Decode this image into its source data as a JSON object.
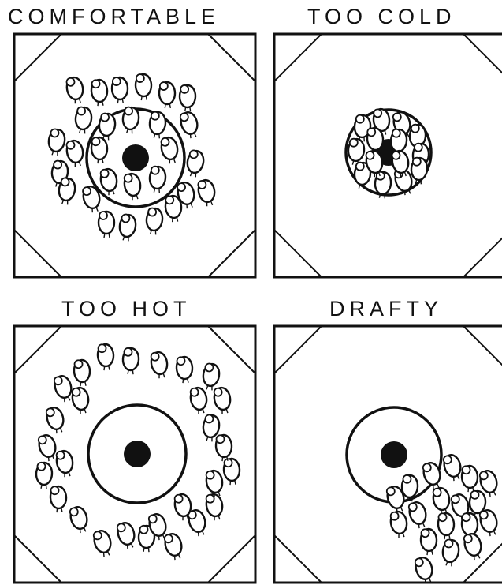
{
  "panels": [
    {
      "title": "COMFORTABLE",
      "condition": "comfortable"
    },
    {
      "title": "TOO COLD",
      "condition": "too-cold"
    },
    {
      "title": "TOO HOT",
      "condition": "too-hot"
    },
    {
      "title": "DRAFTY",
      "condition": "drafty"
    }
  ],
  "colors": {
    "ink": "#111111",
    "paper": "#ffffff"
  }
}
